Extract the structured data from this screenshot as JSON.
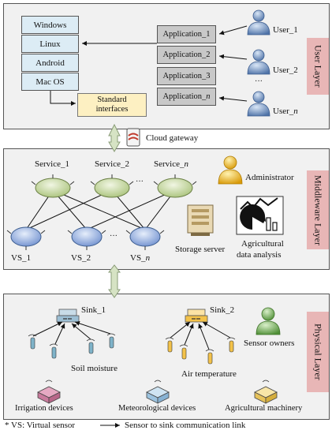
{
  "layers": {
    "user": {
      "label": "User Layer"
    },
    "middleware": {
      "label": "Middleware Layer"
    },
    "physical": {
      "label": "Physical Layer"
    }
  },
  "os_list": [
    "Windows",
    "Linux",
    "Android",
    "Mac OS"
  ],
  "applications": [
    {
      "base": "Application_",
      "idx": "1"
    },
    {
      "base": "Application_",
      "idx": "2"
    },
    {
      "base": "Application_",
      "idx": "3"
    },
    {
      "base": "Application_",
      "idx": "n"
    }
  ],
  "users": [
    {
      "base": "User_",
      "idx": "1"
    },
    {
      "base": "User_",
      "idx": "2"
    },
    {
      "base": "User_",
      "idx": "n"
    }
  ],
  "standard_interfaces": {
    "line1": "Standard",
    "line2": "interfaces"
  },
  "cloud_gateway": "Cloud gateway",
  "services": [
    {
      "base": "Service_",
      "idx": "1"
    },
    {
      "base": "Service_",
      "idx": "2"
    },
    {
      "base": "Service_",
      "idx": "n"
    }
  ],
  "virtual_sensors": [
    {
      "base": "VS_",
      "idx": "1"
    },
    {
      "base": "VS_",
      "idx": "2"
    },
    {
      "base": "VS_",
      "idx": "n"
    }
  ],
  "ellipsis": "···",
  "administrator": "Administrator",
  "storage_server": "Storage server",
  "agri_analysis": {
    "line1": "Agricultural",
    "line2": "data analysis"
  },
  "sinks": [
    "Sink_1",
    "Sink_2"
  ],
  "soil_moisture": "Soil moisture",
  "air_temperature": "Air temperature",
  "sensor_owners": "Sensor owners",
  "devices": [
    "Irrigation devices",
    "Meteorological devices",
    "Agricultural machinery"
  ],
  "footnote": "* VS: Virtual sensor",
  "legend": "Sensor to sink communication link",
  "colors": {
    "layer_bg": "#f1f1f1",
    "layer_label_bg": "#e8b6b6",
    "os_box": "#dcecf5",
    "app_box": "#c8c8c8",
    "std_box": "#fdf0c2",
    "service_node": "#d4e3b6",
    "vs_node": "#a8bfe6",
    "user_icon": "#6e8fbf",
    "admin_icon": "#f2c12e",
    "owner_icon": "#7cae5a",
    "sink1_sensor": "#7fb3c9",
    "sink2_sensor": "#f3c24a"
  }
}
